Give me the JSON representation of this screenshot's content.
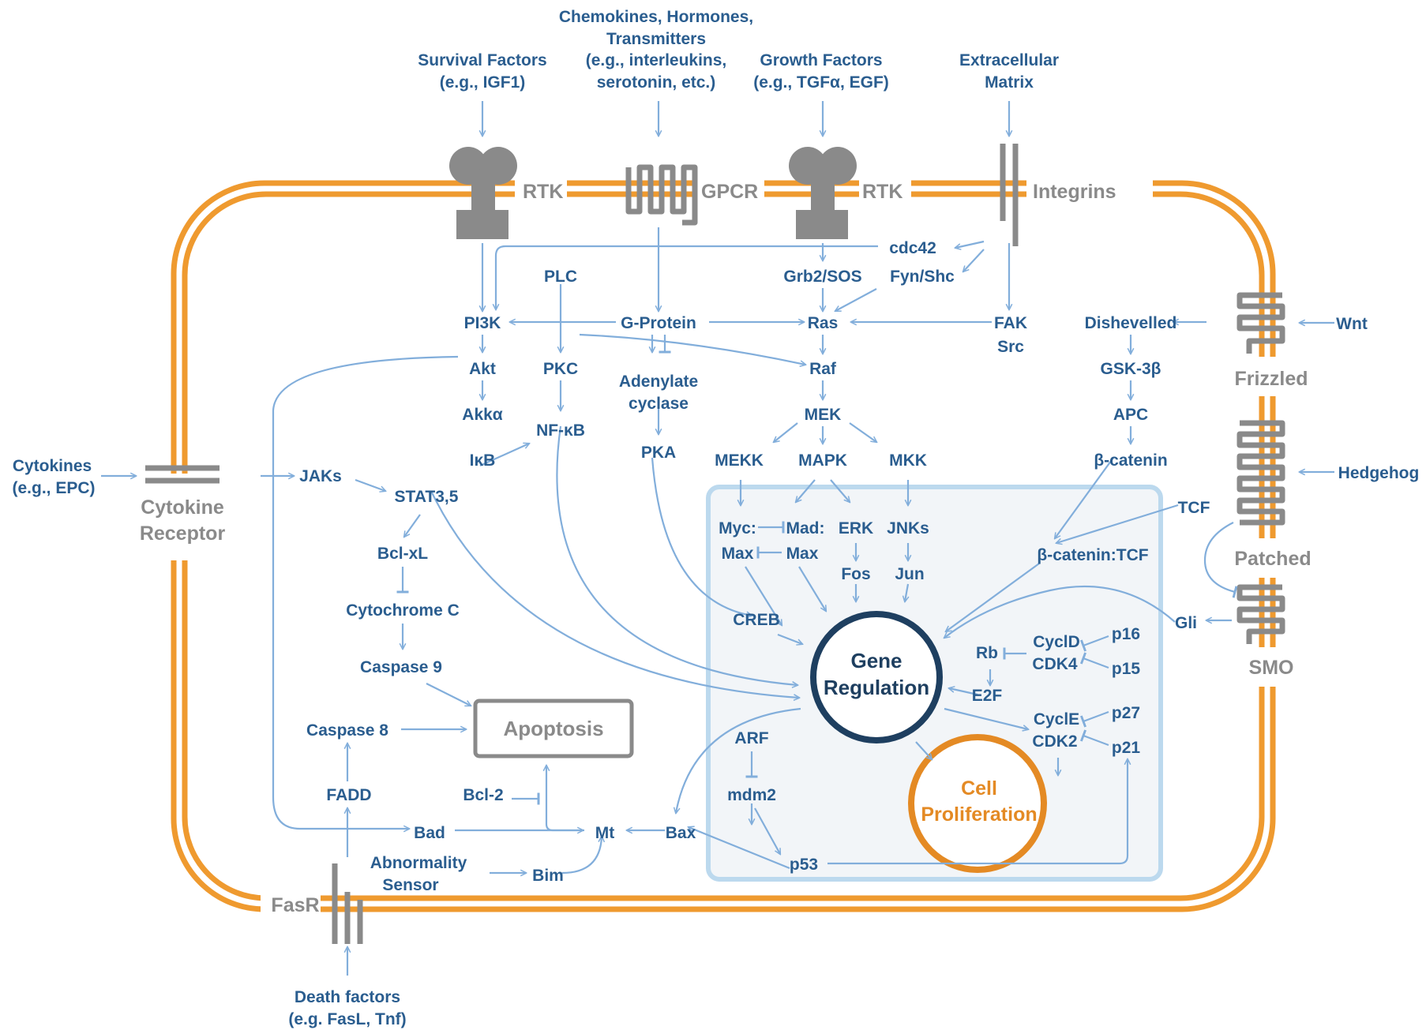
{
  "colors": {
    "membrane": "#ef9a2f",
    "text": "#2a5d8f",
    "arrow": "#82aedb",
    "receptor": "#8a8a8a",
    "nucleus_fill": "#f2f5f8",
    "nucleus_border": "#bcd9ee",
    "gene_ring": "#1e3f60",
    "proliferation": "#e48a24"
  },
  "extracellular": {
    "survival_factors": [
      "Survival Factors",
      "(e.g., IGF1)"
    ],
    "chemokines": [
      "Chemokines, Hormones,",
      "Transmitters",
      "(e.g., interleukins,",
      "serotonin, etc.)"
    ],
    "growth_factors": [
      "Growth Factors",
      "(e.g., TGFα, EGF)"
    ],
    "extracellular_matrix": [
      "Extracellular",
      "Matrix"
    ],
    "cytokines": [
      "Cytokines",
      "(e.g., EPC)"
    ],
    "wnt": "Wnt",
    "hedgehog": "Hedgehog",
    "death_factors": [
      "Death factors",
      "(e.g. FasL, Tnf)"
    ]
  },
  "receptors": {
    "rtk_1": "RTK",
    "gpcr": "GPCR",
    "rtk_2": "RTK",
    "integrins": "Integrins",
    "cytokine_receptor": [
      "Cytokine",
      "Receptor"
    ],
    "frizzled": "Frizzled",
    "patched": "Patched",
    "smo": "SMO",
    "fasr": "FasR"
  },
  "cytoplasm": {
    "cdc42": "cdc42",
    "grb2_sos": "Grb2/SOS",
    "fyn_shc": "Fyn/Shc",
    "plc": "PLC",
    "pi3k": "PI3K",
    "g_protein": "G-Protein",
    "ras": "Ras",
    "fak": "FAK",
    "src": "Src",
    "dishevelled": "Dishevelled",
    "akt": "Akt",
    "pkc": "PKC",
    "adenylate_cyclase": [
      "Adenylate",
      "cyclase"
    ],
    "raf": "Raf",
    "gsk3b": "GSK-3β",
    "akka": "Akkα",
    "nfkb": "NF-κB",
    "mek": "MEK",
    "apc": "APC",
    "ikb": "IκB",
    "pka": "PKA",
    "mekk": "MEKK",
    "mapk": "MAPK",
    "mkk": "MKK",
    "beta_catenin": "β-catenin",
    "jaks": "JAKs",
    "stat35": "STAT3,5",
    "bclxl": "Bcl-xL",
    "cytochrome_c": "Cytochrome C",
    "caspase9": "Caspase 9",
    "caspase8": "Caspase 8",
    "apoptosis": "Apoptosis",
    "fadd": "FADD",
    "bcl2": "Bcl-2",
    "bad": "Bad",
    "mt": "Mt",
    "bax": "Bax",
    "abnormality_sensor": [
      "Abnormality",
      "Sensor"
    ],
    "bim": "Bim"
  },
  "nucleus": {
    "tcf": "TCF",
    "myc": "Myc:",
    "mad": "Mad:",
    "erk": "ERK",
    "jnks": "JNKs",
    "max_left": "Max",
    "max_right": "Max",
    "fos": "Fos",
    "jun": "Jun",
    "beta_catenin_tcf": "β-catenin:TCF",
    "creb": "CREB",
    "gene_regulation": [
      "Gene",
      "Regulation"
    ],
    "gli": "Gli",
    "cycd": "CyclD",
    "p16": "p16",
    "rb": "Rb",
    "cdk4": "CDK4",
    "p15": "p15",
    "e2f": "E2F",
    "cyce": "CyclE",
    "p27": "p27",
    "arf": "ARF",
    "cdk2": "CDK2",
    "p21": "p21",
    "cell_proliferation": [
      "Cell",
      "Proliferation"
    ],
    "mdm2": "mdm2",
    "p53": "p53"
  }
}
